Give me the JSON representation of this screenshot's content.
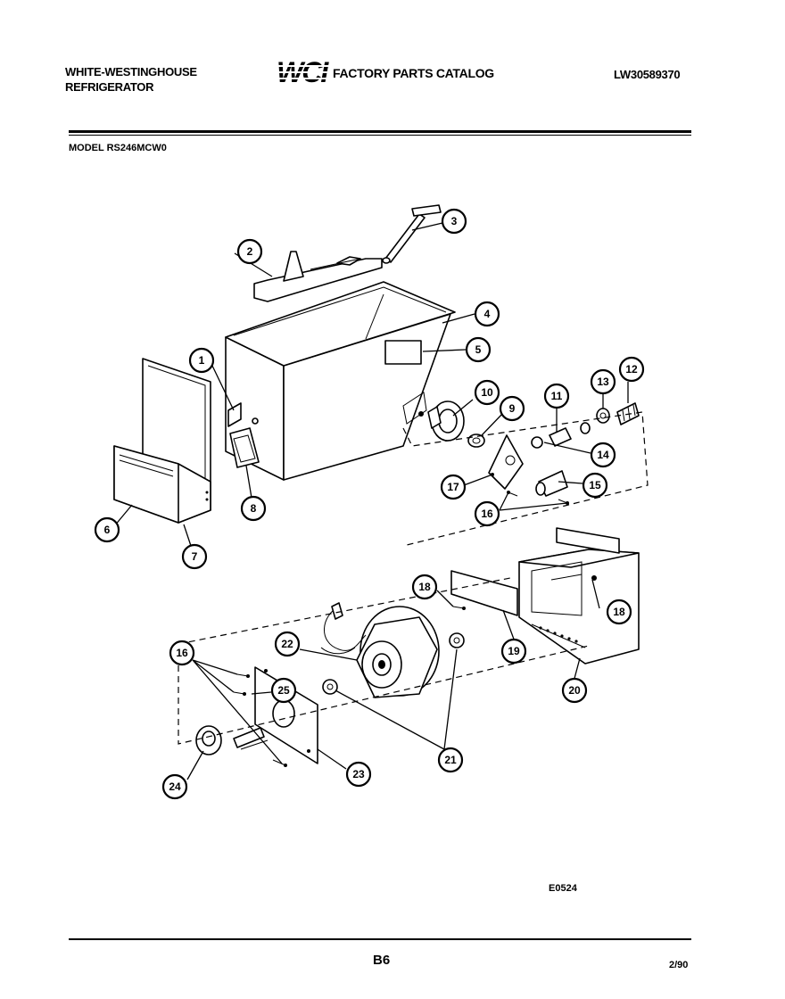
{
  "header": {
    "brand_line1": "WHITE-WESTINGHOUSE",
    "brand_line2": "REFRIGERATOR",
    "logo_text": "WCI",
    "catalog_title": "FACTORY PARTS CATALOG",
    "catalog_number": "LW30589370"
  },
  "model": "MODEL RS246MCW0",
  "figure_code": "E0524",
  "footer": {
    "page": "B6",
    "date": "2/90"
  },
  "callouts": {
    "c1": "1",
    "c2": "2",
    "c3": "3",
    "c4": "4",
    "c5": "5",
    "c6": "6",
    "c7": "7",
    "c8": "8",
    "c9": "9",
    "c10": "10",
    "c11": "11",
    "c12": "12",
    "c13": "13",
    "c14": "14",
    "c15": "15",
    "c16a": "16",
    "c16b": "16",
    "c17": "17",
    "c18a": "18",
    "c18b": "18",
    "c19": "19",
    "c20": "20",
    "c21": "21",
    "c22": "22",
    "c23": "23",
    "c24": "24",
    "c25": "25"
  }
}
